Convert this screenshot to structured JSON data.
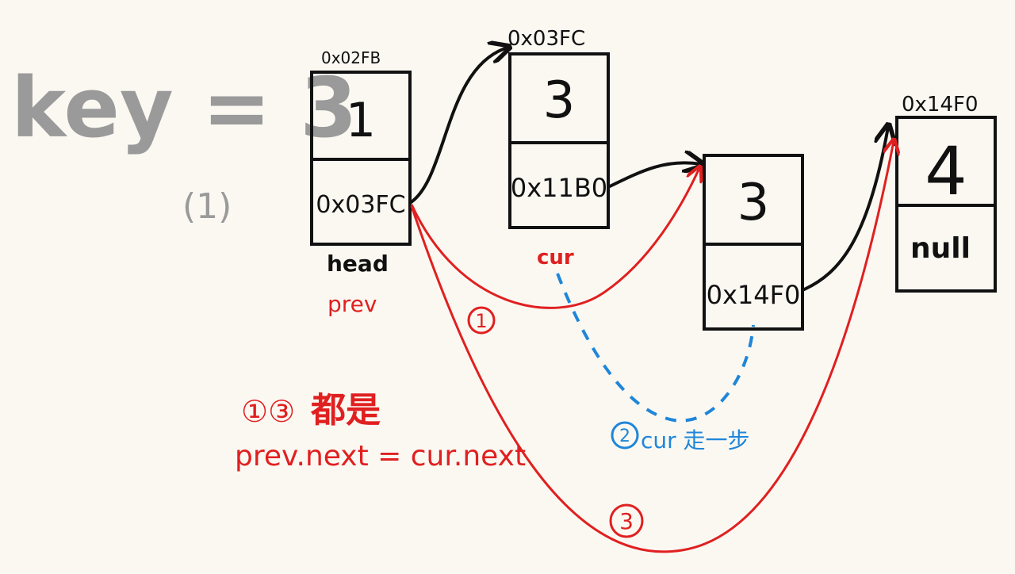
{
  "heading": {
    "key_text": "key = 3",
    "step_label": "(1)"
  },
  "nodes": [
    {
      "address": "0x02FB",
      "value": "1",
      "next": "0x03FC"
    },
    {
      "address": "0x03FC",
      "value": "3",
      "next": "0x11B0"
    },
    {
      "address": "",
      "value": "3",
      "next": "0x14F0"
    },
    {
      "address": "0x14F0",
      "value": "4",
      "next": "null"
    }
  ],
  "pointers": {
    "head": "head",
    "prev": "prev",
    "cur": "cur"
  },
  "annotations": {
    "step1_marker": "1",
    "step2_marker": "2",
    "step2_text": "cur 走一步",
    "step3_marker": "3",
    "note_markers": "①③",
    "note_title": "都是",
    "note_code": "prev.next = cur.next"
  },
  "colors": {
    "background": "#fbf8f2",
    "ink": "#111111",
    "heading_gray": "#9a9a9a",
    "red": "#e02020",
    "blue": "#1f86d9"
  }
}
